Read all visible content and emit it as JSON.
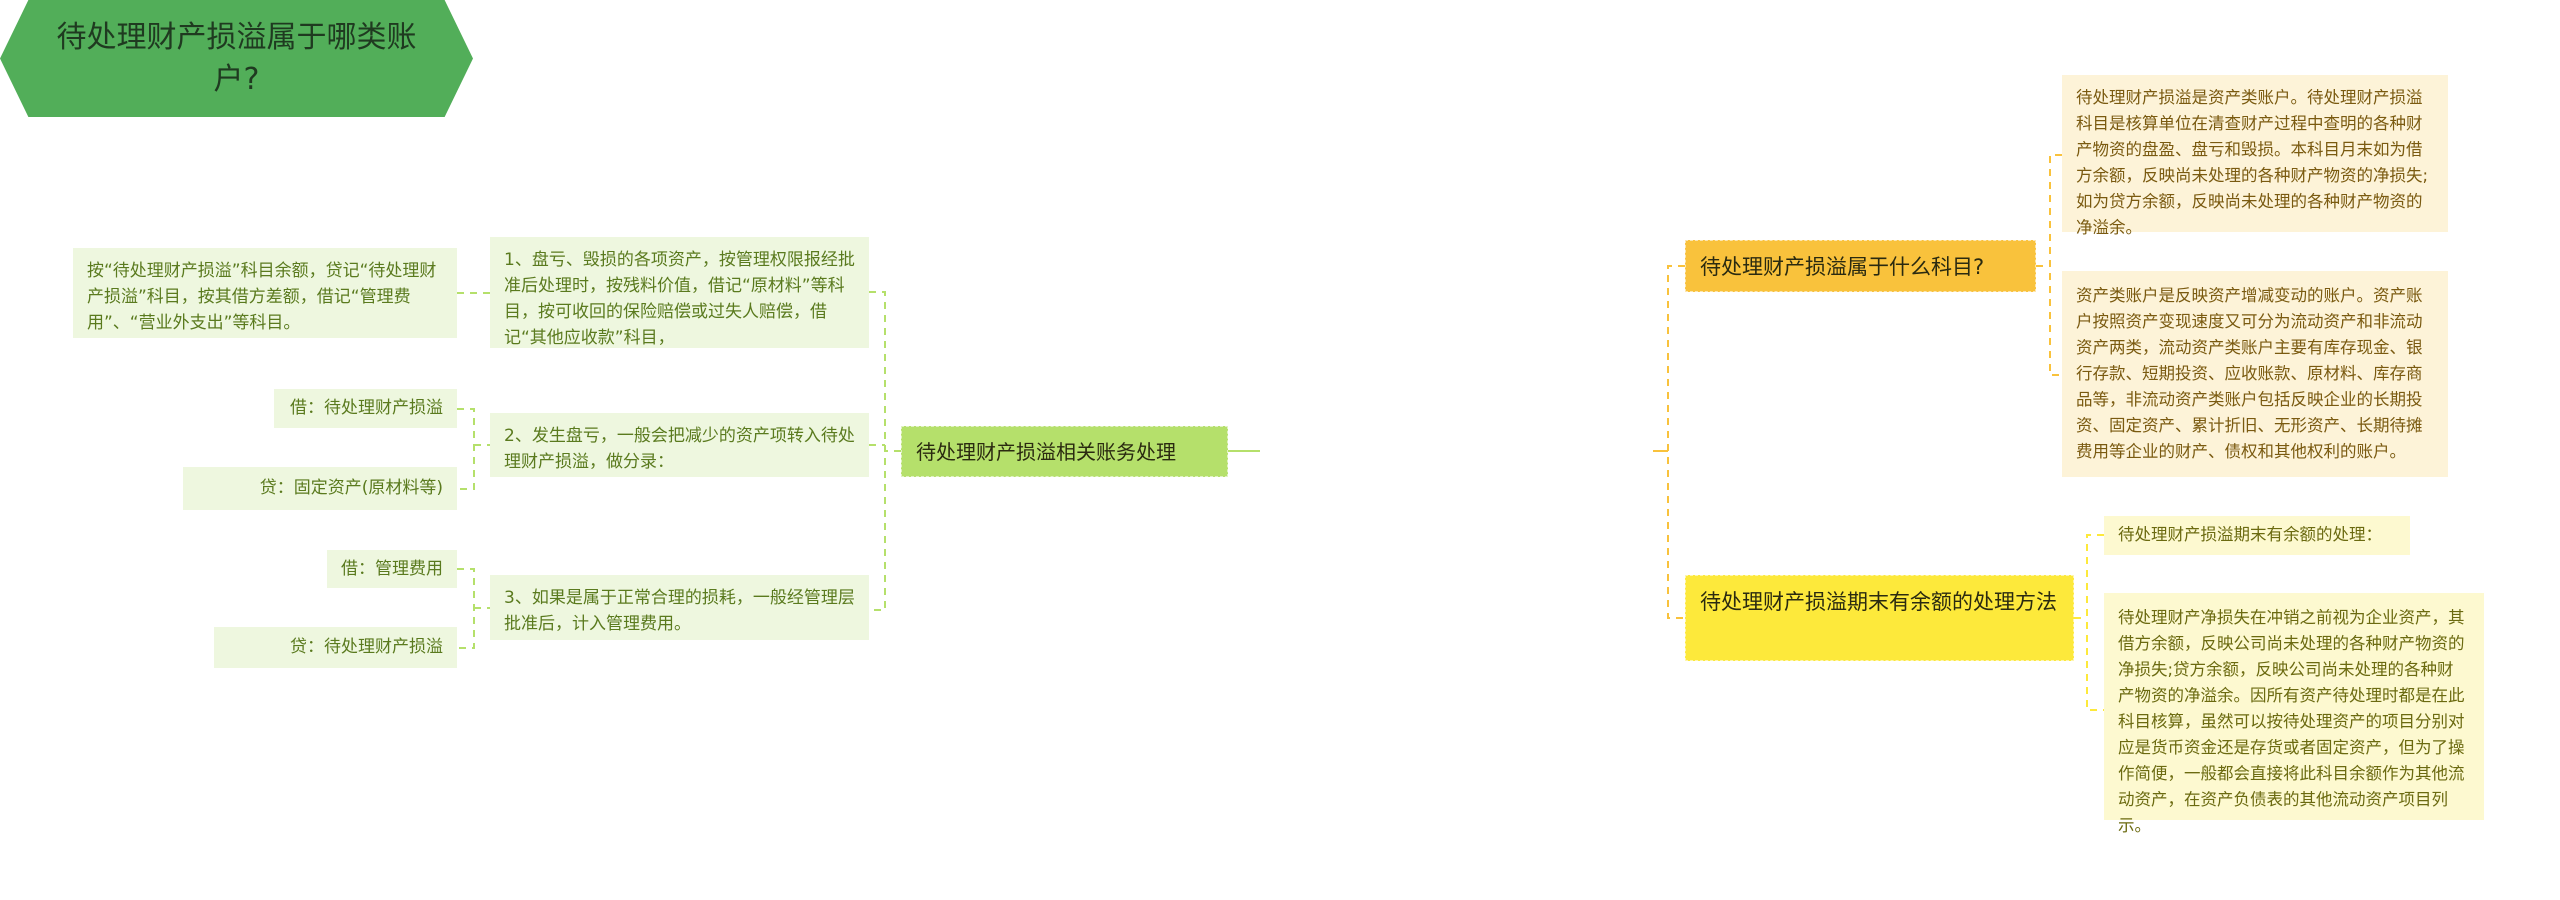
{
  "center": {
    "title": "待处理财产损溢属于哪类账户?"
  },
  "left_branch": {
    "label": "待处理财产损溢相关账务处理",
    "items": [
      {
        "text": "1、盘亏、毁损的各项资产，按管理权限报经批准后处理时，按残料价值，借记“原材料”等科目，按可收回的保险赔偿或过失人赔偿，借记“其他应收款”科目，",
        "children": [
          "按“待处理财产损溢”科目余额，贷记“待处理财产损溢”科目，按其借方差额，借记“管理费用”、“营业外支出”等科目。"
        ]
      },
      {
        "text": "2、发生盘亏，一般会把减少的资产项转入待处理财产损溢，做分录：",
        "children": [
          "借：待处理财产损溢",
          "贷：固定资产(原材料等)"
        ]
      },
      {
        "text": "3、如果是属于正常合理的损耗，一般经管理层批准后，计入管理费用。",
        "children": [
          "借：管理费用",
          "贷：待处理财产损溢"
        ]
      }
    ]
  },
  "right_branches": [
    {
      "label": "待处理财产损溢属于什么科目?",
      "children": [
        "待处理财产损溢是资产类账户。待处理财产损溢科目是核算单位在清查财产过程中查明的各种财产物资的盘盈、盘亏和毁损。本科目月末如为借方余额，反映尚未处理的各种财产物资的净损失;如为贷方余额，反映尚未处理的各种财产物资的净溢余。",
        "资产类账户是反映资产增减变动的账户。资产账户按照资产变现速度又可分为流动资产和非流动资产两类，流动资产类账户主要有库存现金、银行存款、短期投资、应收账款、原材料、库存商品等，非流动资产类账户包括反映企业的长期投资、固定资产、累计折旧、无形资产、长期待摊费用等企业的财产、债权和其他权利的账户。"
      ]
    },
    {
      "label": "待处理财产损溢期末有余额的处理方法",
      "children": [
        "待处理财产损溢期末有余额的处理：",
        "待处理财产净损失在冲销之前视为企业资产，其借方余额，反映公司尚未处理的各种财产物资的净损失;贷方余额，反映公司尚未处理的各种财产物资的净溢余。因所有资产待处理时都是在此科目核算，虽然可以按待处理资产的项目分别对应是货币资金还是存货或者固定资产，但为了操作简便，一般都会直接将此科目余额作为其他流动资产，在资产负债表的其他流动资产项目列示。"
      ]
    }
  ],
  "colors": {
    "center": "#52ae59",
    "left_branch": "#b5e06b",
    "right1": "#f9c23c",
    "right2": "#fde93b"
  }
}
